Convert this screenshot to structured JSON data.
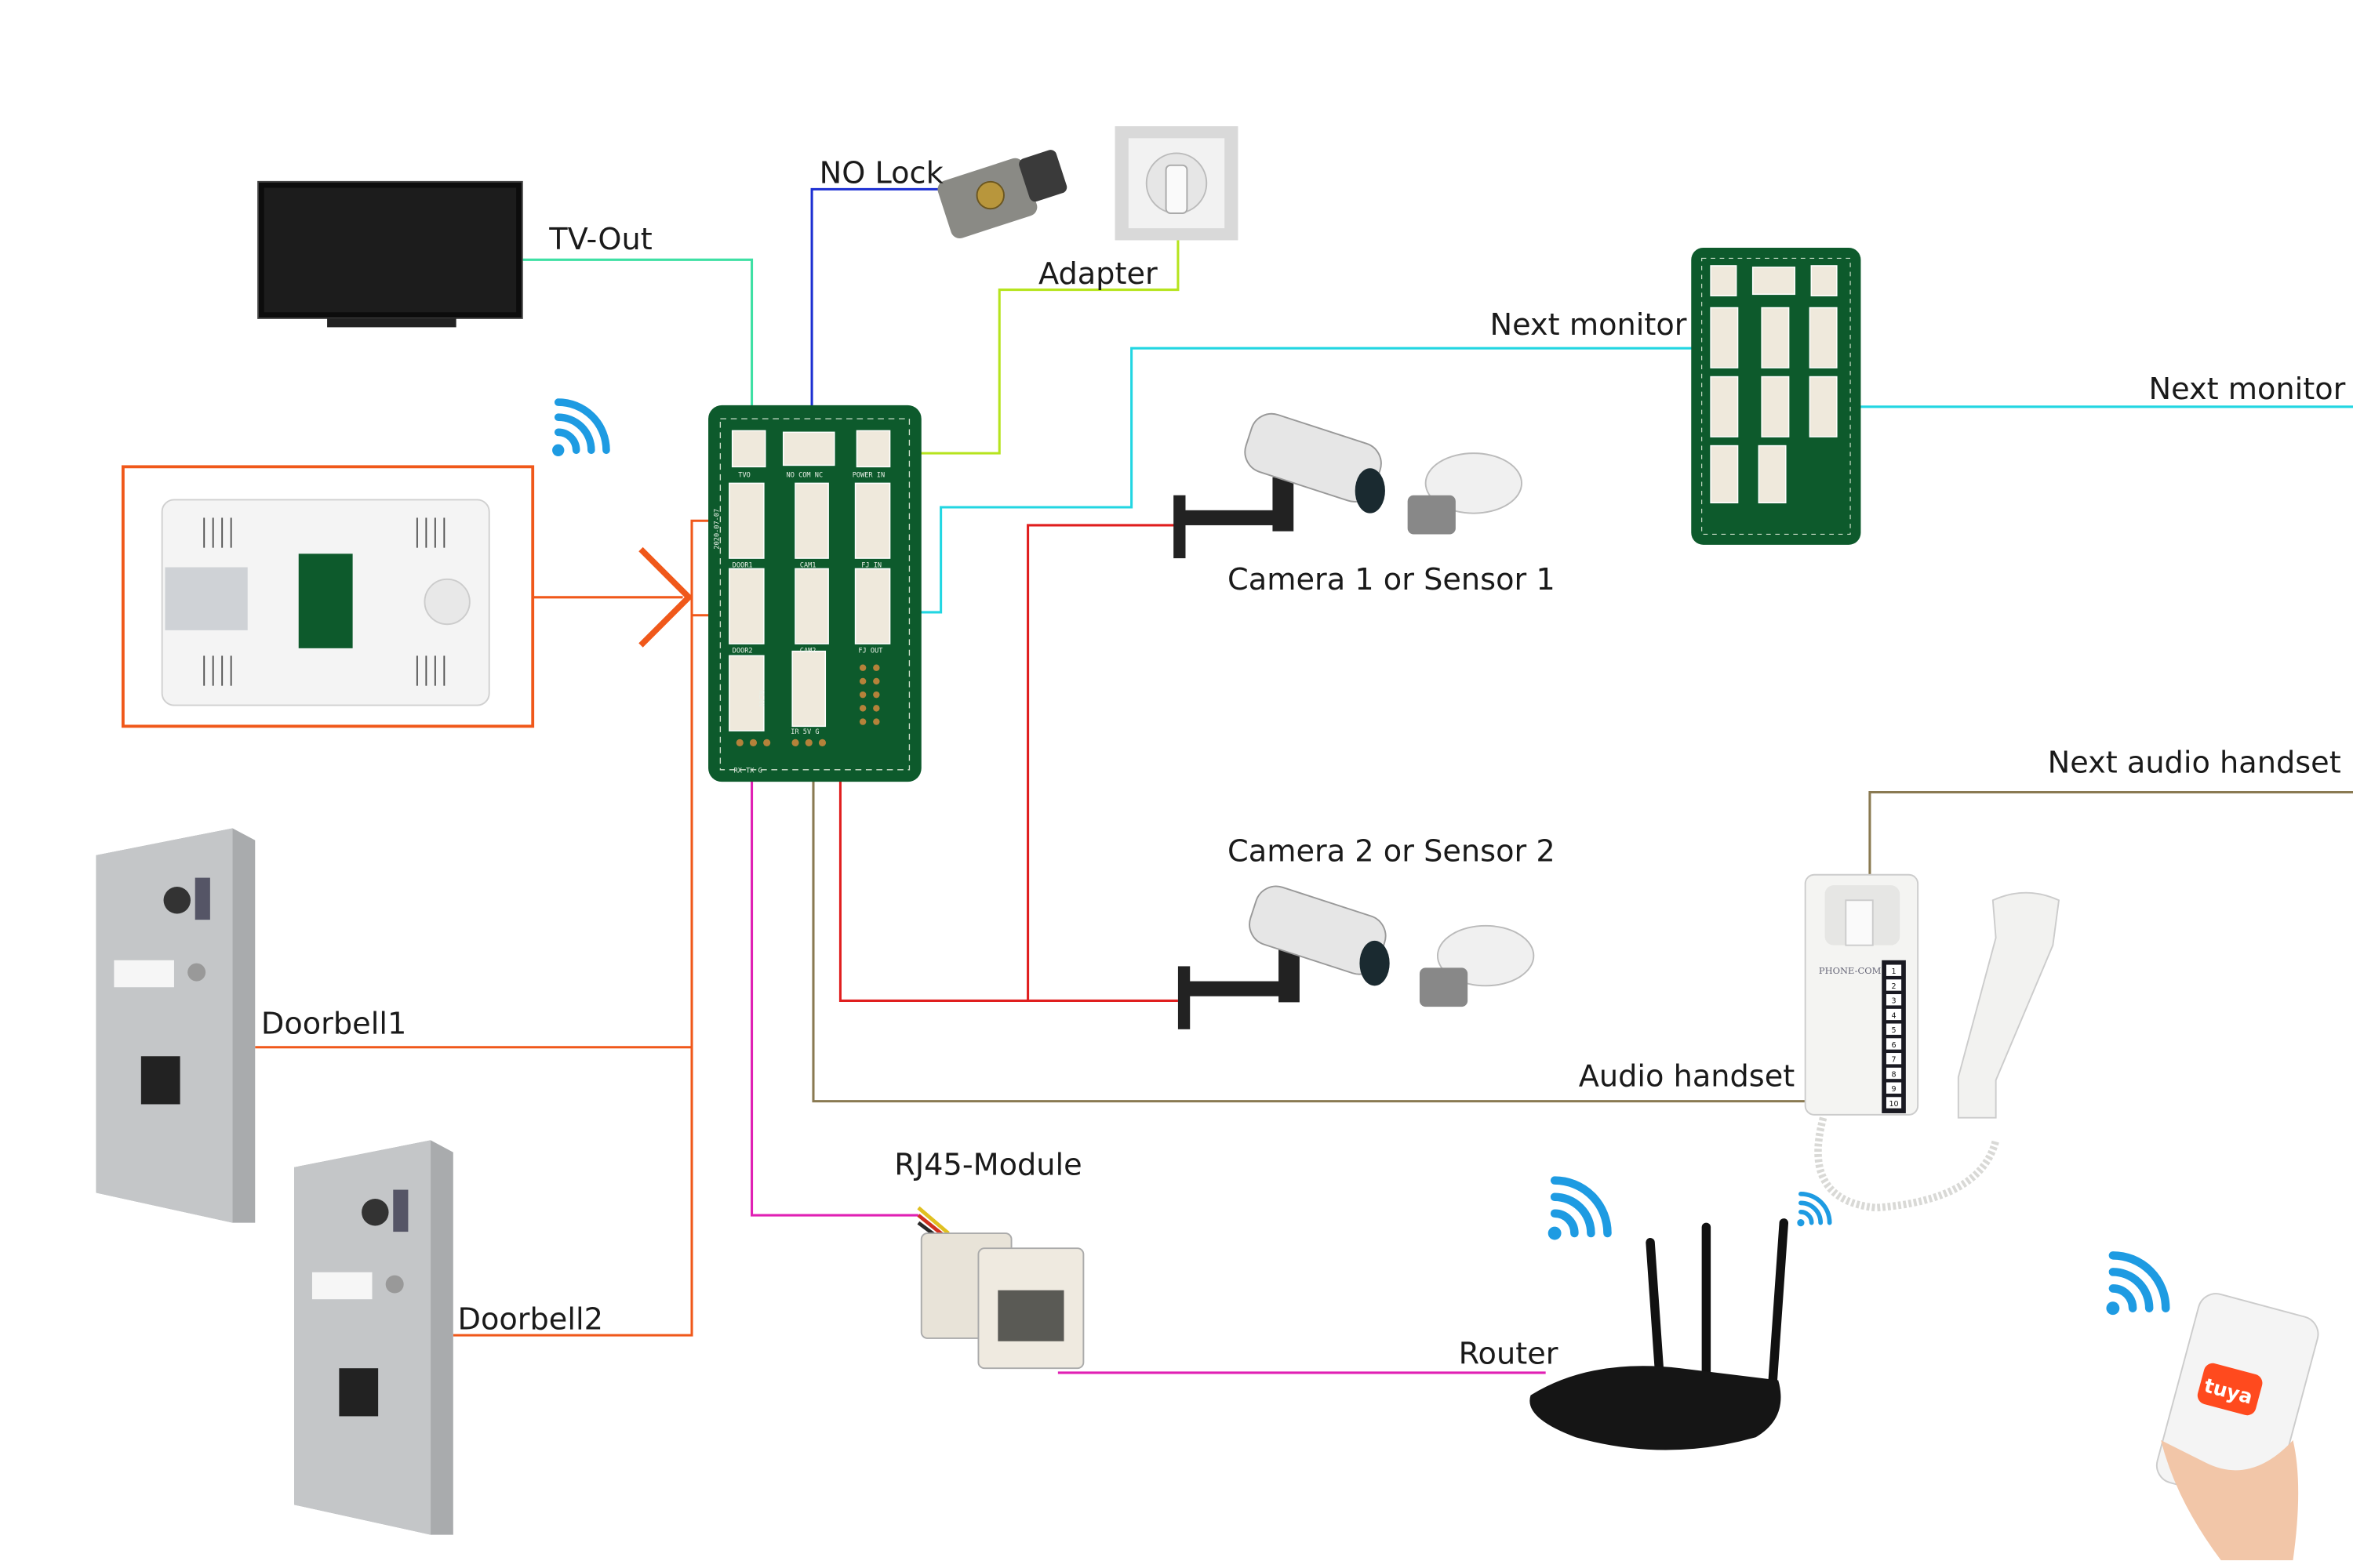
{
  "labels": {
    "tv_out": "TV-Out",
    "no_lock": "NO Lock",
    "adapter": "Adapter",
    "next_monitor_1": "Next monitor",
    "next_monitor_2": "Next monitor",
    "camera1": "Camera 1 or Sensor 1",
    "camera2": "Camera 2 or Sensor 2",
    "next_audio_handset": "Next audio handset",
    "audio_handset": "Audio handset",
    "doorbell1": "Doorbell1",
    "doorbell2": "Doorbell2",
    "rj45": "RJ45-Module",
    "router": "Router"
  },
  "pcb": {
    "date": "2020-07-07",
    "tvo": "TVO",
    "lock": "NO COM NC",
    "power": "POWER IN",
    "door1": "DOOR1",
    "cam1": "CAM1",
    "fj_in": "FJ IN",
    "door2": "DOOR2",
    "cam2": "CAM2",
    "fj_out": "FJ OUT",
    "wlan": "WLAN",
    "uart": "RX TX G",
    "ir": "IR 5V G"
  },
  "handset": {
    "brand": "PHONE-COM",
    "keys": [
      "1",
      "2",
      "3",
      "4",
      "5",
      "6",
      "7",
      "8",
      "9",
      "10"
    ]
  },
  "phone_app": "tuya",
  "colors": {
    "tv_wire": "#3ee0a4",
    "lock_wire": "#1c2fd2",
    "adapter_wire": "#b6e41e",
    "monitor_wire": "#22d6e2",
    "camera_wire": "#e01e1e",
    "doorbell_wire": "#f0581a",
    "network_wire": "#e020b4",
    "audio_wire": "#8a7a52",
    "wifi": "#1e9be2",
    "pcb": "#0d5a2c"
  }
}
